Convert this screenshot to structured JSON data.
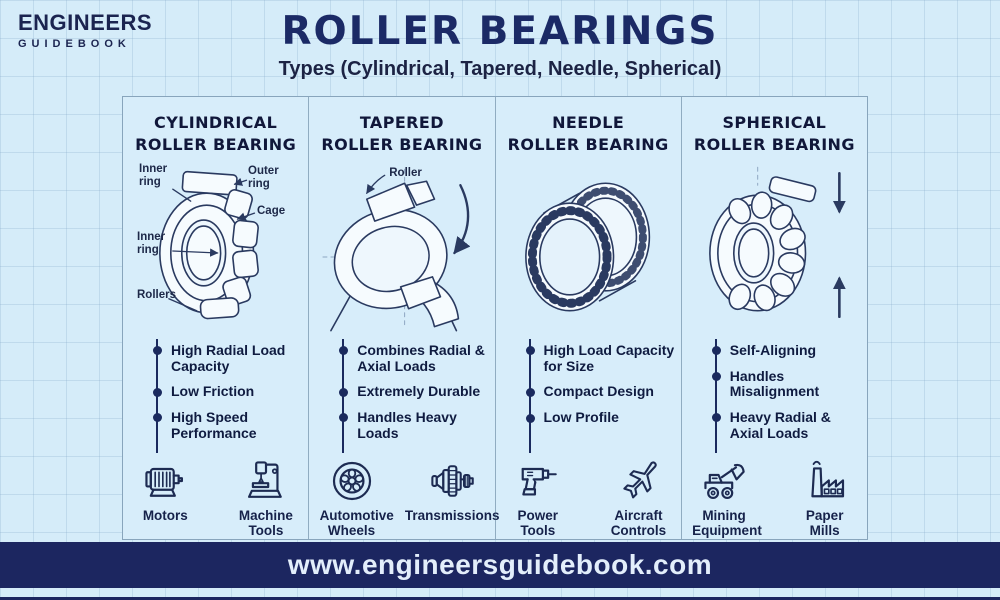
{
  "colors": {
    "background": "#d5ecf9",
    "navy": "#1b2a66",
    "footer_bg": "#1c2660",
    "diagram_stroke": "#2a3a60"
  },
  "logo": {
    "line1": "ENGINEERS",
    "line2": "GUIDEBOOK"
  },
  "header": {
    "title": "ROLLER BEARINGS",
    "subtitle": "Types (Cylindrical, Tapered, Needle, Spherical)"
  },
  "columns": [
    {
      "id": "cylindrical",
      "title_line1": "CYLINDRICAL",
      "title_line2": "ROLLER BEARING",
      "diagram_labels": {
        "inner_ring_top": "Inner ring",
        "outer_ring": "Outer ring",
        "cage": "Cage",
        "inner_ring_mid": "Inner ring",
        "rollers": "Rollers"
      },
      "features": [
        "High Radial Load Capacity",
        "Low Friction",
        "High Speed Performance"
      ],
      "applications": [
        {
          "icon": "motor-icon",
          "label": "Motors"
        },
        {
          "icon": "machine-tools-icon",
          "label": "Machine Tools"
        }
      ]
    },
    {
      "id": "tapered",
      "title_line1": "TAPERED",
      "title_line2": "ROLLER BEARING",
      "diagram_labels": {
        "roller": "Roller"
      },
      "features": [
        "Combines Radial & Axial Loads",
        "Extremely Durable",
        "Handles Heavy Loads"
      ],
      "applications": [
        {
          "icon": "automotive-wheel-icon",
          "label": "Automotive Wheels"
        },
        {
          "icon": "transmission-icon",
          "label": "Transmissions"
        }
      ]
    },
    {
      "id": "needle",
      "title_line1": "NEEDLE",
      "title_line2": "ROLLER BEARING",
      "diagram_labels": {},
      "features": [
        "High Load Capacity for Size",
        "Compact Design",
        "Low Profile"
      ],
      "applications": [
        {
          "icon": "power-drill-icon",
          "label": "Power Tools"
        },
        {
          "icon": "aircraft-icon",
          "label": "Aircraft Controls"
        }
      ]
    },
    {
      "id": "spherical",
      "title_line1": "SPHERICAL",
      "title_line2": "ROLLER BEARING",
      "diagram_labels": {},
      "features": [
        "Self-Aligning",
        "Handles Misalignment",
        "Heavy Radial & Axial Loads"
      ],
      "applications": [
        {
          "icon": "excavator-icon",
          "label": "Mining Equipment"
        },
        {
          "icon": "factory-icon",
          "label": "Paper Mills"
        }
      ]
    }
  ],
  "footer": {
    "url": "www.engineersguidebook.com"
  }
}
